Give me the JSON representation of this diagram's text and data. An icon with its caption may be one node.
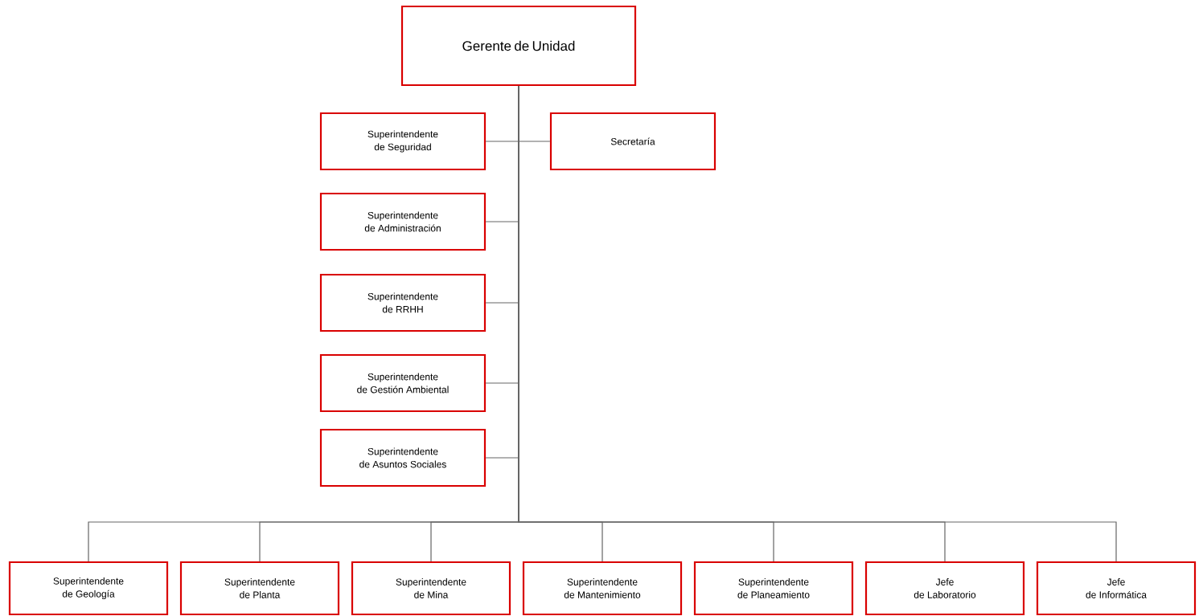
{
  "diagram": {
    "nodes": [
      {
        "text": [
          "Gerente de Unidad"
        ]
      },
      {
        "text": [
          "Superintendente de Seguridad"
        ]
      },
      {
        "text": [
          "Secretaría"
        ]
      },
      {
        "text": [
          "Superintendente de Administración"
        ]
      },
      {
        "text": [
          "Superintendente de RRHH"
        ]
      },
      {
        "text": [
          "Superintendente de Gestión Ambiental"
        ]
      },
      {
        "text": [
          "Superintendente de Asuntos Sociales"
        ]
      },
      {
        "text": [
          "Superintendente de Geología"
        ]
      },
      {
        "text": [
          "Superintendente de Planta"
        ]
      },
      {
        "text": [
          "Superintendente de Mina"
        ]
      },
      {
        "text": [
          "Superintendente de Mantenimiento"
        ]
      },
      {
        "text": [
          "Superintendente de Planeamiento"
        ]
      },
      {
        "text": [
          "Jefe de Laboratorio"
        ]
      },
      {
        "text": [
          "Jefe de Informática"
        ]
      }
    ],
    "edges": [
      {
        "from": 0,
        "to": 1,
        "arrow": "none"
      },
      {
        "from": 0,
        "to": 2,
        "arrow": "none"
      },
      {
        "from": 0,
        "to": 3,
        "arrow": "none"
      },
      {
        "from": 0,
        "to": 4,
        "arrow": "none"
      },
      {
        "from": 0,
        "to": 5,
        "arrow": "none"
      },
      {
        "from": 0,
        "to": 6,
        "arrow": "none"
      },
      {
        "from": 0,
        "to": 7,
        "arrow": "none"
      },
      {
        "from": 0,
        "to": 8,
        "arrow": "none"
      },
      {
        "from": 0,
        "to": 9,
        "arrow": "none"
      },
      {
        "from": 0,
        "to": 10,
        "arrow": "none"
      },
      {
        "from": 0,
        "to": 11,
        "arrow": "none"
      },
      {
        "from": 0,
        "to": 12,
        "arrow": "none"
      },
      {
        "from": 0,
        "to": 13,
        "arrow": "none"
      }
    ]
  }
}
